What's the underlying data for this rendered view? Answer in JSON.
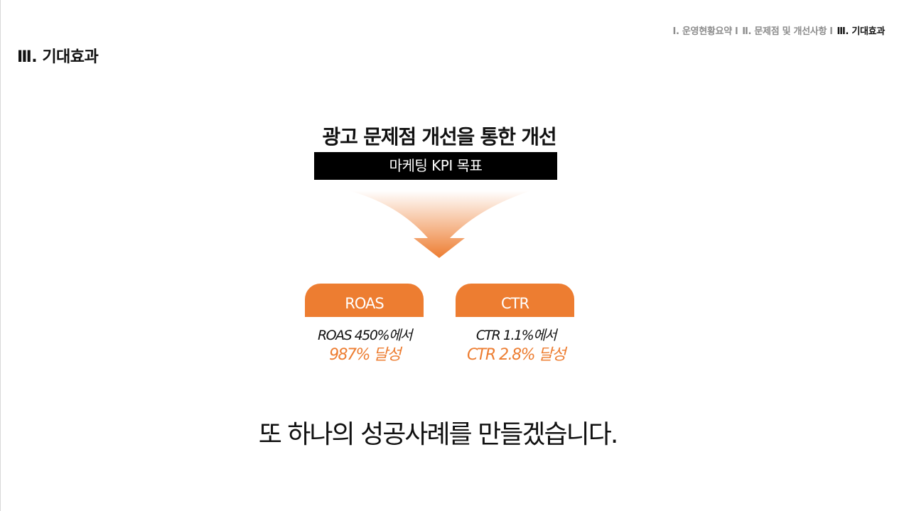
{
  "nav": {
    "items": [
      "Ⅰ. 운영현황요약 l",
      "Ⅱ. 문제점 및 개선사항 l",
      "Ⅲ. 기대효과"
    ]
  },
  "page_title": "Ⅲ. 기대효과",
  "headline": "광고 문제점 개선을 통한 개선",
  "kpi_label": "마케팅 KPI 목표",
  "cards": [
    {
      "label": "ROAS",
      "from": "ROAS 450%에서",
      "to": "987% 달성"
    },
    {
      "label": "CTR",
      "from": "CTR 1.1%에서",
      "to": "CTR 2.8% 달성"
    }
  ],
  "closing": "또 하나의 성공사례를 만들겠습니다.",
  "colors": {
    "accent": "#ed7d31",
    "text": "#111111",
    "muted": "#8c8c8c"
  }
}
